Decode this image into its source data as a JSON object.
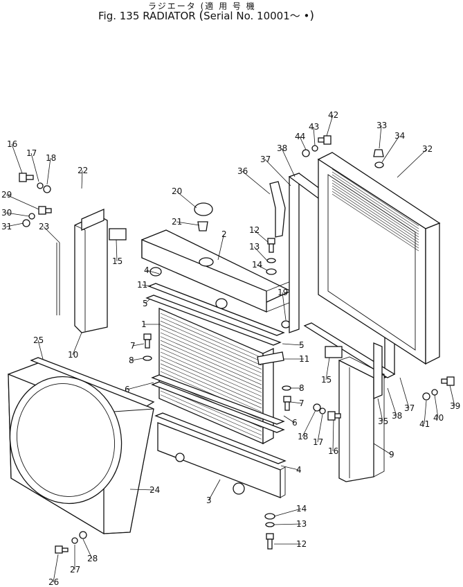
{
  "title": {
    "jp_line": "ラジエータ",
    "jp_applicable": "適 用 号 機",
    "fig": "Fig. 135",
    "name": "RADIATOR",
    "serial": "Serial No. 10001～ •"
  },
  "callouts": [
    {
      "id": "c16a",
      "text": "16"
    },
    {
      "id": "c17a",
      "text": "17"
    },
    {
      "id": "c18a",
      "text": "18"
    },
    {
      "id": "c22",
      "text": "22"
    },
    {
      "id": "c29",
      "text": "29"
    },
    {
      "id": "c30",
      "text": "30"
    },
    {
      "id": "c31",
      "text": "31"
    },
    {
      "id": "c23",
      "text": "23"
    },
    {
      "id": "c15a",
      "text": "15"
    },
    {
      "id": "c10",
      "text": "10"
    },
    {
      "id": "c20",
      "text": "20"
    },
    {
      "id": "c21",
      "text": "21"
    },
    {
      "id": "c2",
      "text": "2"
    },
    {
      "id": "c4a",
      "text": "4"
    },
    {
      "id": "c11a",
      "text": "11"
    },
    {
      "id": "c5a",
      "text": "5"
    },
    {
      "id": "c1",
      "text": "1"
    },
    {
      "id": "c7a",
      "text": "7"
    },
    {
      "id": "c8a",
      "text": "8"
    },
    {
      "id": "c6a",
      "text": "6"
    },
    {
      "id": "c25",
      "text": "25"
    },
    {
      "id": "c24",
      "text": "24"
    },
    {
      "id": "c3",
      "text": "3"
    },
    {
      "id": "c26",
      "text": "26"
    },
    {
      "id": "c27",
      "text": "27"
    },
    {
      "id": "c28",
      "text": "28"
    },
    {
      "id": "c36",
      "text": "36"
    },
    {
      "id": "c37a",
      "text": "37"
    },
    {
      "id": "c38a",
      "text": "38"
    },
    {
      "id": "c12a",
      "text": "12"
    },
    {
      "id": "c13a",
      "text": "13"
    },
    {
      "id": "c14a",
      "text": "14"
    },
    {
      "id": "c19",
      "text": "19"
    },
    {
      "id": "c44",
      "text": "44"
    },
    {
      "id": "c43",
      "text": "43"
    },
    {
      "id": "c42",
      "text": "42"
    },
    {
      "id": "c33",
      "text": "33"
    },
    {
      "id": "c34",
      "text": "34"
    },
    {
      "id": "c32",
      "text": "32"
    },
    {
      "id": "c5b",
      "text": "5"
    },
    {
      "id": "c11b",
      "text": "11"
    },
    {
      "id": "c15b",
      "text": "15"
    },
    {
      "id": "c8b",
      "text": "8"
    },
    {
      "id": "c7b",
      "text": "7"
    },
    {
      "id": "c6b",
      "text": "6"
    },
    {
      "id": "c18b",
      "text": "18"
    },
    {
      "id": "c17b",
      "text": "17"
    },
    {
      "id": "c16b",
      "text": "16"
    },
    {
      "id": "c35",
      "text": "35"
    },
    {
      "id": "c38b",
      "text": "38"
    },
    {
      "id": "c37b",
      "text": "37"
    },
    {
      "id": "c41",
      "text": "41"
    },
    {
      "id": "c40",
      "text": "40"
    },
    {
      "id": "c39",
      "text": "39"
    },
    {
      "id": "c9",
      "text": "9"
    },
    {
      "id": "c4b",
      "text": "4"
    },
    {
      "id": "c14b",
      "text": "14"
    },
    {
      "id": "c13b",
      "text": "13"
    },
    {
      "id": "c12b",
      "text": "12"
    }
  ]
}
